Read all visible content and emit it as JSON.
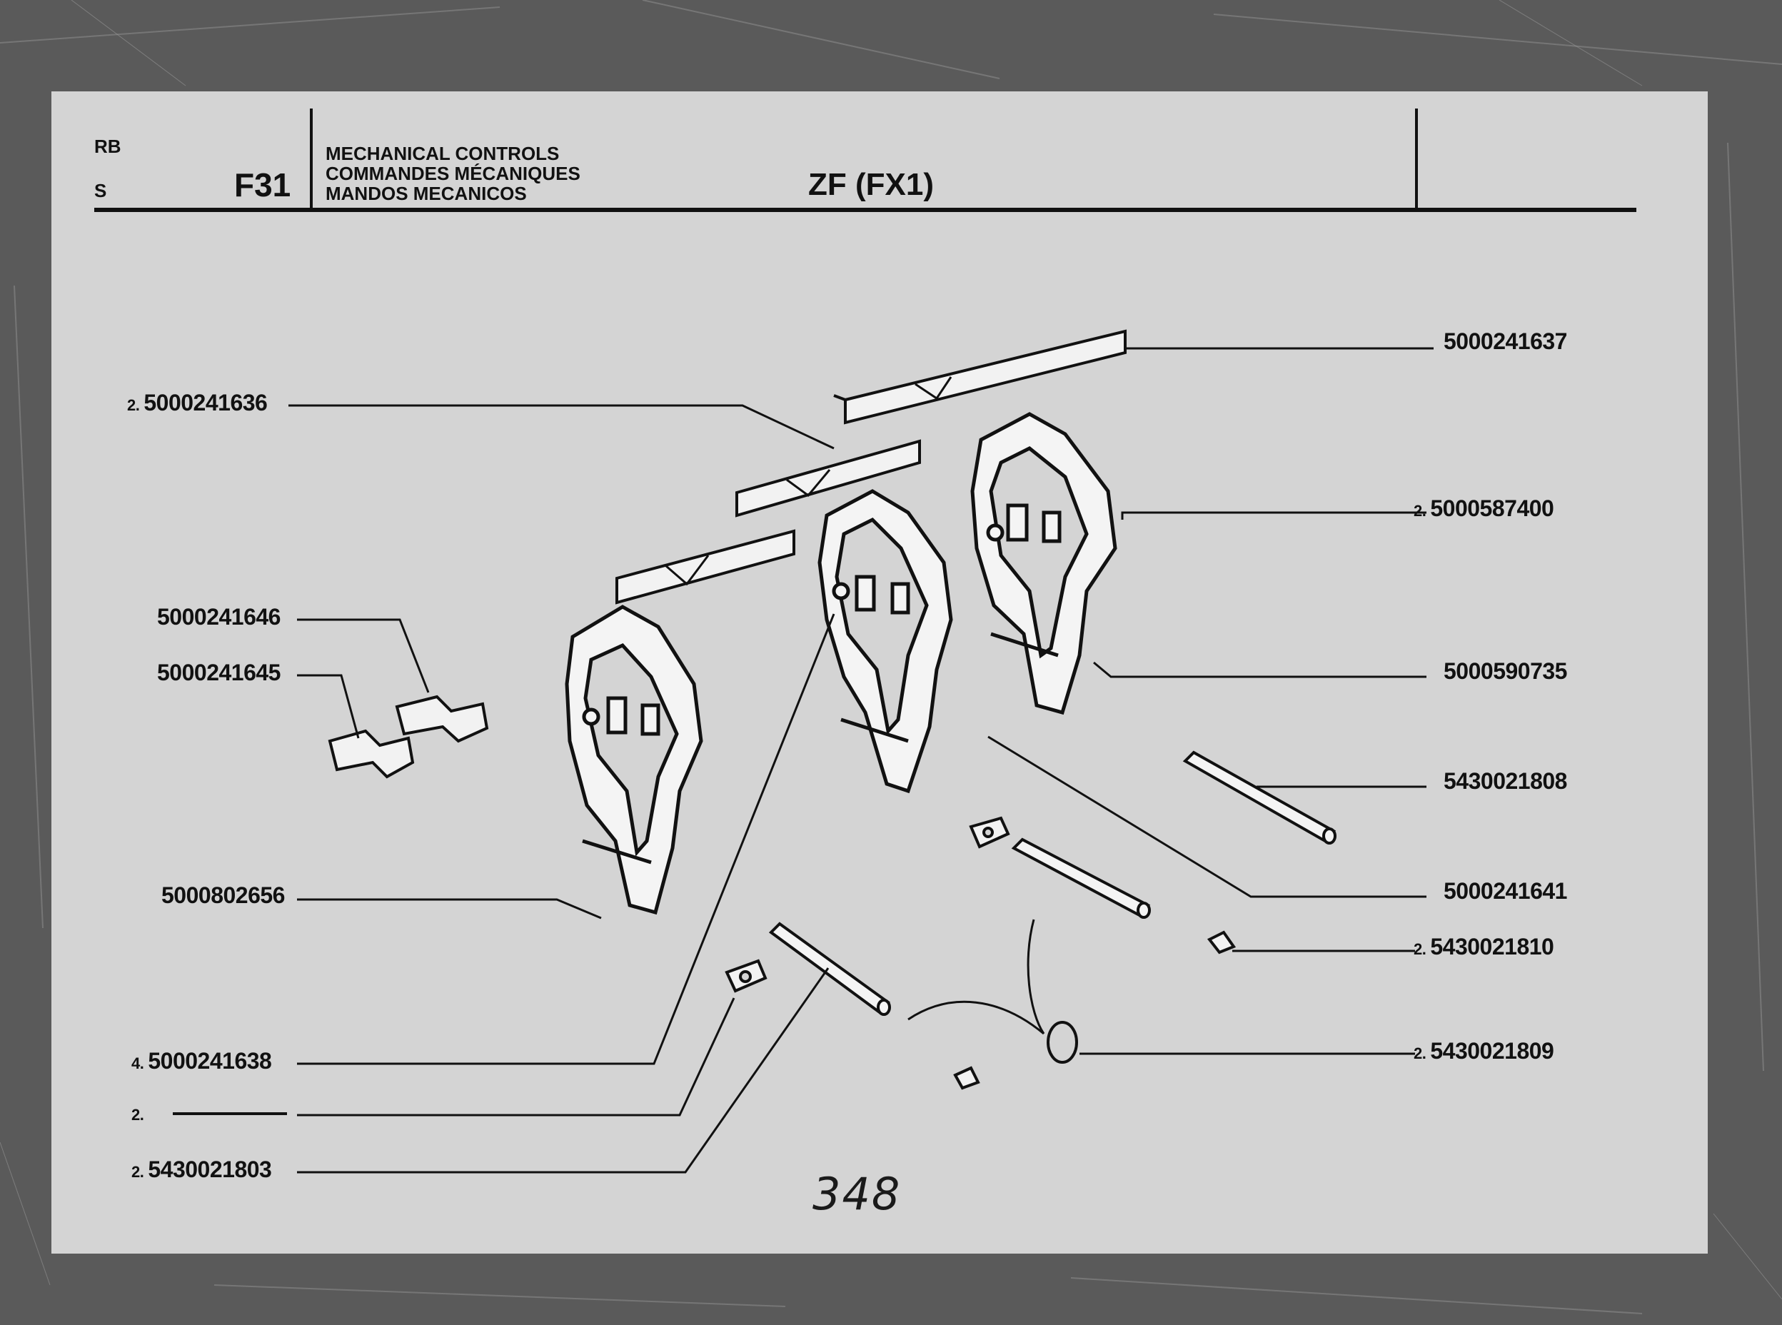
{
  "header": {
    "code_rb": "RB",
    "code_s": "S",
    "section": "F31",
    "title_en": "MECHANICAL CONTROLS",
    "title_fr": "COMMANDES MÉCANIQUES",
    "title_es": "MANDOS MECANICOS",
    "model": "ZF (FX1)"
  },
  "parts_left": [
    {
      "qty": "2.",
      "code": "5000241636"
    },
    {
      "qty": "",
      "code": "5000241646"
    },
    {
      "qty": "",
      "code": "5000241645"
    },
    {
      "qty": "",
      "code": "5000802656"
    },
    {
      "qty": "4.",
      "code": "5000241638"
    },
    {
      "qty": "2.",
      "code": ""
    },
    {
      "qty": "2.",
      "code": "5430021803"
    }
  ],
  "parts_right": [
    {
      "qty": "",
      "code": "5000241637"
    },
    {
      "qty": "2.",
      "code": "5000587400"
    },
    {
      "qty": "",
      "code": "5000590735"
    },
    {
      "qty": "",
      "code": "5430021808"
    },
    {
      "qty": "",
      "code": "5000241641"
    },
    {
      "qty": "2.",
      "code": "5430021810"
    },
    {
      "qty": "2.",
      "code": "5430021809"
    }
  ],
  "page_number": "348"
}
